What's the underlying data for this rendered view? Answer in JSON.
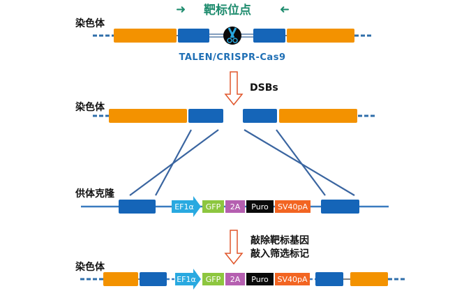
{
  "title": {
    "text": "靶标位点",
    "arrow_left": "right-arrow",
    "arrow_right": "left-arrow",
    "color": "#1e8c6e"
  },
  "rows": {
    "row1": {
      "label": "染色体"
    },
    "row2": {
      "label": "染色体"
    },
    "donor": {
      "label": "供体克隆"
    },
    "row4": {
      "label": "染色体"
    }
  },
  "tool_label": "TALEN/CRISPR-Cas9",
  "step1_label": "DSBs",
  "step2_label_line1": "敲除靶标基因",
  "step2_label_line2": "敲入筛选标记",
  "cassette": [
    {
      "label": "EF1α",
      "color": "#29a9e0",
      "shape": "arrow"
    },
    {
      "label": "GFP",
      "color": "#8dc63f"
    },
    {
      "label": "2A",
      "color": "#b55fb0"
    },
    {
      "label": "Puro",
      "color": "#0a0a0a"
    },
    {
      "label": "SV40pA",
      "color": "#f26522"
    }
  ],
  "colors": {
    "exon_orange": "#f39200",
    "homology_blue": "#1565b8",
    "line_blue": "#2f6eaa",
    "arrow_outline": "#e0552a"
  }
}
